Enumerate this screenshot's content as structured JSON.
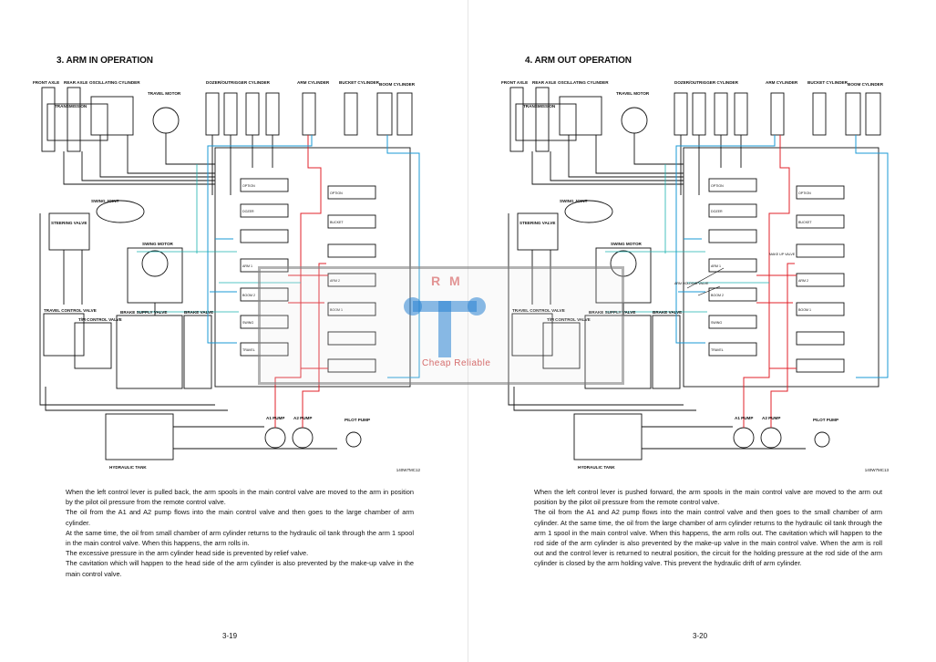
{
  "left": {
    "title": "3. ARM IN OPERATION",
    "figure_code": "140W7MC12",
    "page_number": "3-19",
    "labels": {
      "front_axle": "FRONT AXLE",
      "rear_axle": "REAR AXLE",
      "oscillating_cylinder": "OSCILLATING CYLINDER",
      "travel_motor": "TRAVEL MOTOR",
      "outrigger_dozer_cylinder": "DOZER/OUTRIGGER CYLINDER",
      "arm_cylinder": "ARM CYLINDER",
      "bucket_cylinder": "BUCKET CYLINDER",
      "boom_cylinder": "BOOM CYLINDER",
      "transmission": "TRANSMISSION",
      "swing_joint": "SWING JOINT",
      "steering_valve": "STEERING VALVE",
      "swing_motor": "SWING MOTOR",
      "travel_control_valve": "TRAVEL CONTROL VALVE",
      "tm_control_valve": "T/M CONTROL VALVE",
      "brake_supply_valve": "BRAKE SUPPLY VALVE",
      "brake_valve": "BRAKE VALVE",
      "arm1": "ARM 1",
      "arm2": "ARM 2",
      "boom1": "BOOM 1",
      "boom2": "BOOM 2",
      "bucket": "BUCKET",
      "swing": "SWING",
      "option": "OPTION",
      "dozer": "DOZER",
      "travel": "TRAVEL",
      "a1_pump": "A1 PUMP",
      "a2_pump": "A2 PUMP",
      "pilot_pump": "PILOT PUMP",
      "hydraulic_tank": "HYDRAULIC TANK"
    },
    "paragraphs": [
      "When the left control lever is pulled back, the arm spools in the main control valve are moved to the arm in position by the pilot oil pressure from the remote control valve.",
      "The oil from the A1 and A2 pump flows into the main control valve and then goes to the large chamber of arm cylinder.",
      "At the same time, the oil from small chamber of arm cylinder returns to the hydraulic oil tank through the arm 1 spool in the main control valve. When this happens, the arm rolls in.",
      "The excessive pressure in the arm cylinder head side is prevented by relief valve.",
      "The cavitation which will happen to the head side of the arm cylinder is also prevented by the make-up valve in the main control valve."
    ]
  },
  "right": {
    "title": "4. ARM OUT OPERATION",
    "figure_code": "140W7MC13",
    "page_number": "3-20",
    "labels": {
      "arm_holding_valve": "ARM HOLDING VALVE",
      "makeup_valve": "MAKE UP VALVE"
    },
    "paragraphs": [
      "When the left control lever is pushed forward, the arm spools in the main control valve are moved to the arm out position by the pilot oil pressure from the remote control valve.",
      "The oil from the A1 and A2 pump flows into the main control valve and then goes to the small chamber of arm cylinder. At the same time, the oil from the large chamber of arm cylinder returns to the hydraulic oil tank through the arm 1 spool in the main control valve. When this happens, the arm rolls out. The cavitation which will happen to the rod side of the arm cylinder is also prevented by the make-up valve in the main control valve. When the arm is roll out and the control lever is returned to neutral position, the circuit for the holding pressure at the rod side of the arm cylinder is closed by the arm holding valve. This prevent the hydraulic drift of arm cylinder."
    ]
  },
  "watermark": {
    "letters": "R M",
    "text": "Cheap Reliable"
  },
  "colors": {
    "line": "#111111",
    "pressure_red": "#e0202a",
    "return_blue": "#1a9ad6",
    "pilot_teal": "#1bb3b0"
  }
}
